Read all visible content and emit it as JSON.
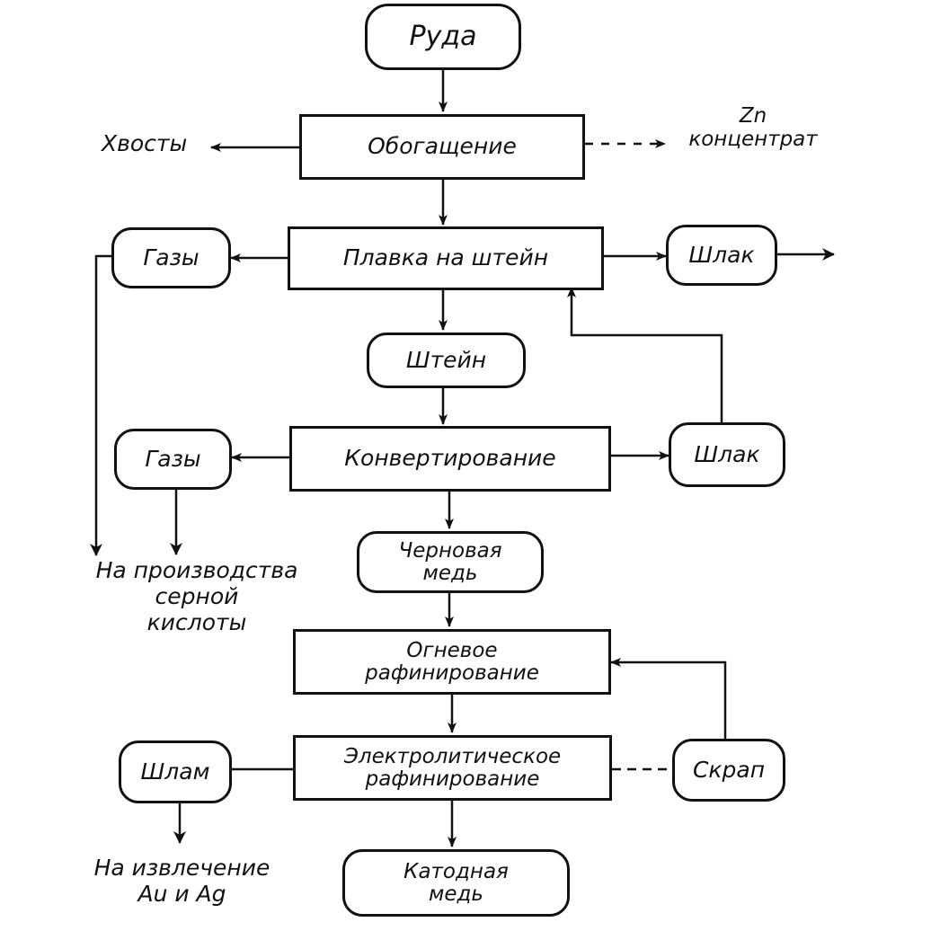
{
  "nodes": {
    "ore": "Руда",
    "enrichment": "Обогащение",
    "matte_smelting": "Плавка на штейн",
    "gases_1": "Газы",
    "slag_1": "Шлак",
    "matte": "Штейн",
    "converting": "Конвертирование",
    "gases_2": "Газы",
    "slag_2": "Шлак",
    "blister_copper": [
      "Черновая",
      "медь"
    ],
    "fire_refining": [
      "Огневое",
      "рафинирование"
    ],
    "electrolytic_refining": [
      "Электролитическое",
      "рафинирование"
    ],
    "sludge": "Шлам",
    "scrap": "Скрап",
    "cathode_copper": [
      "Катодная",
      "медь"
    ]
  },
  "labels": {
    "tailings": "Хвосты",
    "zn_concentrate": [
      "Zn",
      "концентрат"
    ],
    "sulfuric_acid": [
      "На производства",
      "серной",
      "кислоты"
    ],
    "au_ag_recovery": [
      "На извлечение",
      "Au и Ag"
    ]
  }
}
